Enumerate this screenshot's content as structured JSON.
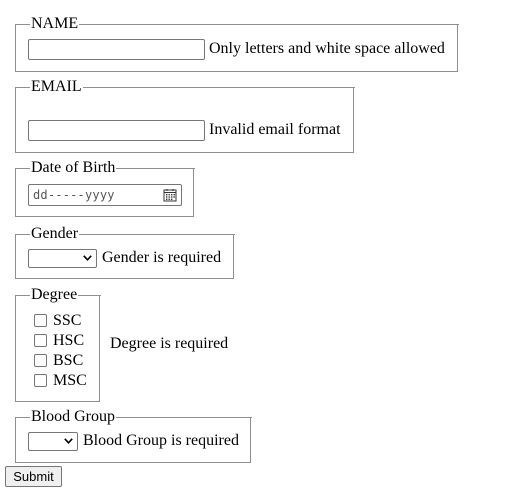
{
  "form": {
    "name": {
      "legend": "NAME",
      "value": "",
      "error": "Only letters and white space allowed"
    },
    "email": {
      "legend": "EMAIL",
      "value": "",
      "error": "Invalid email format"
    },
    "dob": {
      "legend": "Date of Birth",
      "placeholder": "dd-----yyyy",
      "icon": "calendar-icon"
    },
    "gender": {
      "legend": "Gender",
      "selected": "",
      "error": "Gender is required"
    },
    "degree": {
      "legend": "Degree",
      "options": [
        "SSC",
        "HSC",
        "BSC",
        "MSC"
      ],
      "checked": [
        false,
        false,
        false,
        false
      ],
      "error": "Degree is required"
    },
    "blood_group": {
      "legend": "Blood Group",
      "selected": "",
      "error": "Blood Group is required"
    },
    "submit_label": "Submit"
  },
  "colors": {
    "border": "#8f8f8f",
    "control_border": "#767676",
    "button_bg": "#efefef"
  }
}
